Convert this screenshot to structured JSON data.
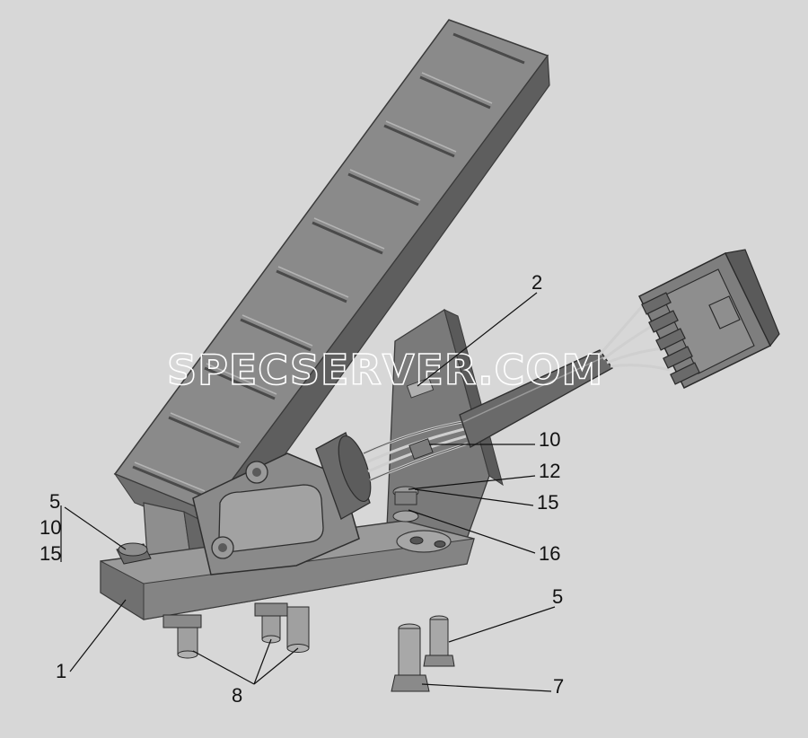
{
  "colors": {
    "background": "#d7d7d7",
    "part_dark": "#6a6a6a",
    "part_mid": "#8c8c8c",
    "part_light": "#a8a8a8",
    "line": "#111111",
    "watermark": "#ffffff"
  },
  "watermark": "SPECSERVER.COM",
  "callouts": {
    "c2": "2",
    "c10": "10",
    "c12": "12",
    "c15": "15",
    "c16": "16",
    "c5_right": "5",
    "c7": "7",
    "c8": "8",
    "c1": "1",
    "stack_5": "5",
    "stack_10": "10",
    "stack_15": "15"
  }
}
